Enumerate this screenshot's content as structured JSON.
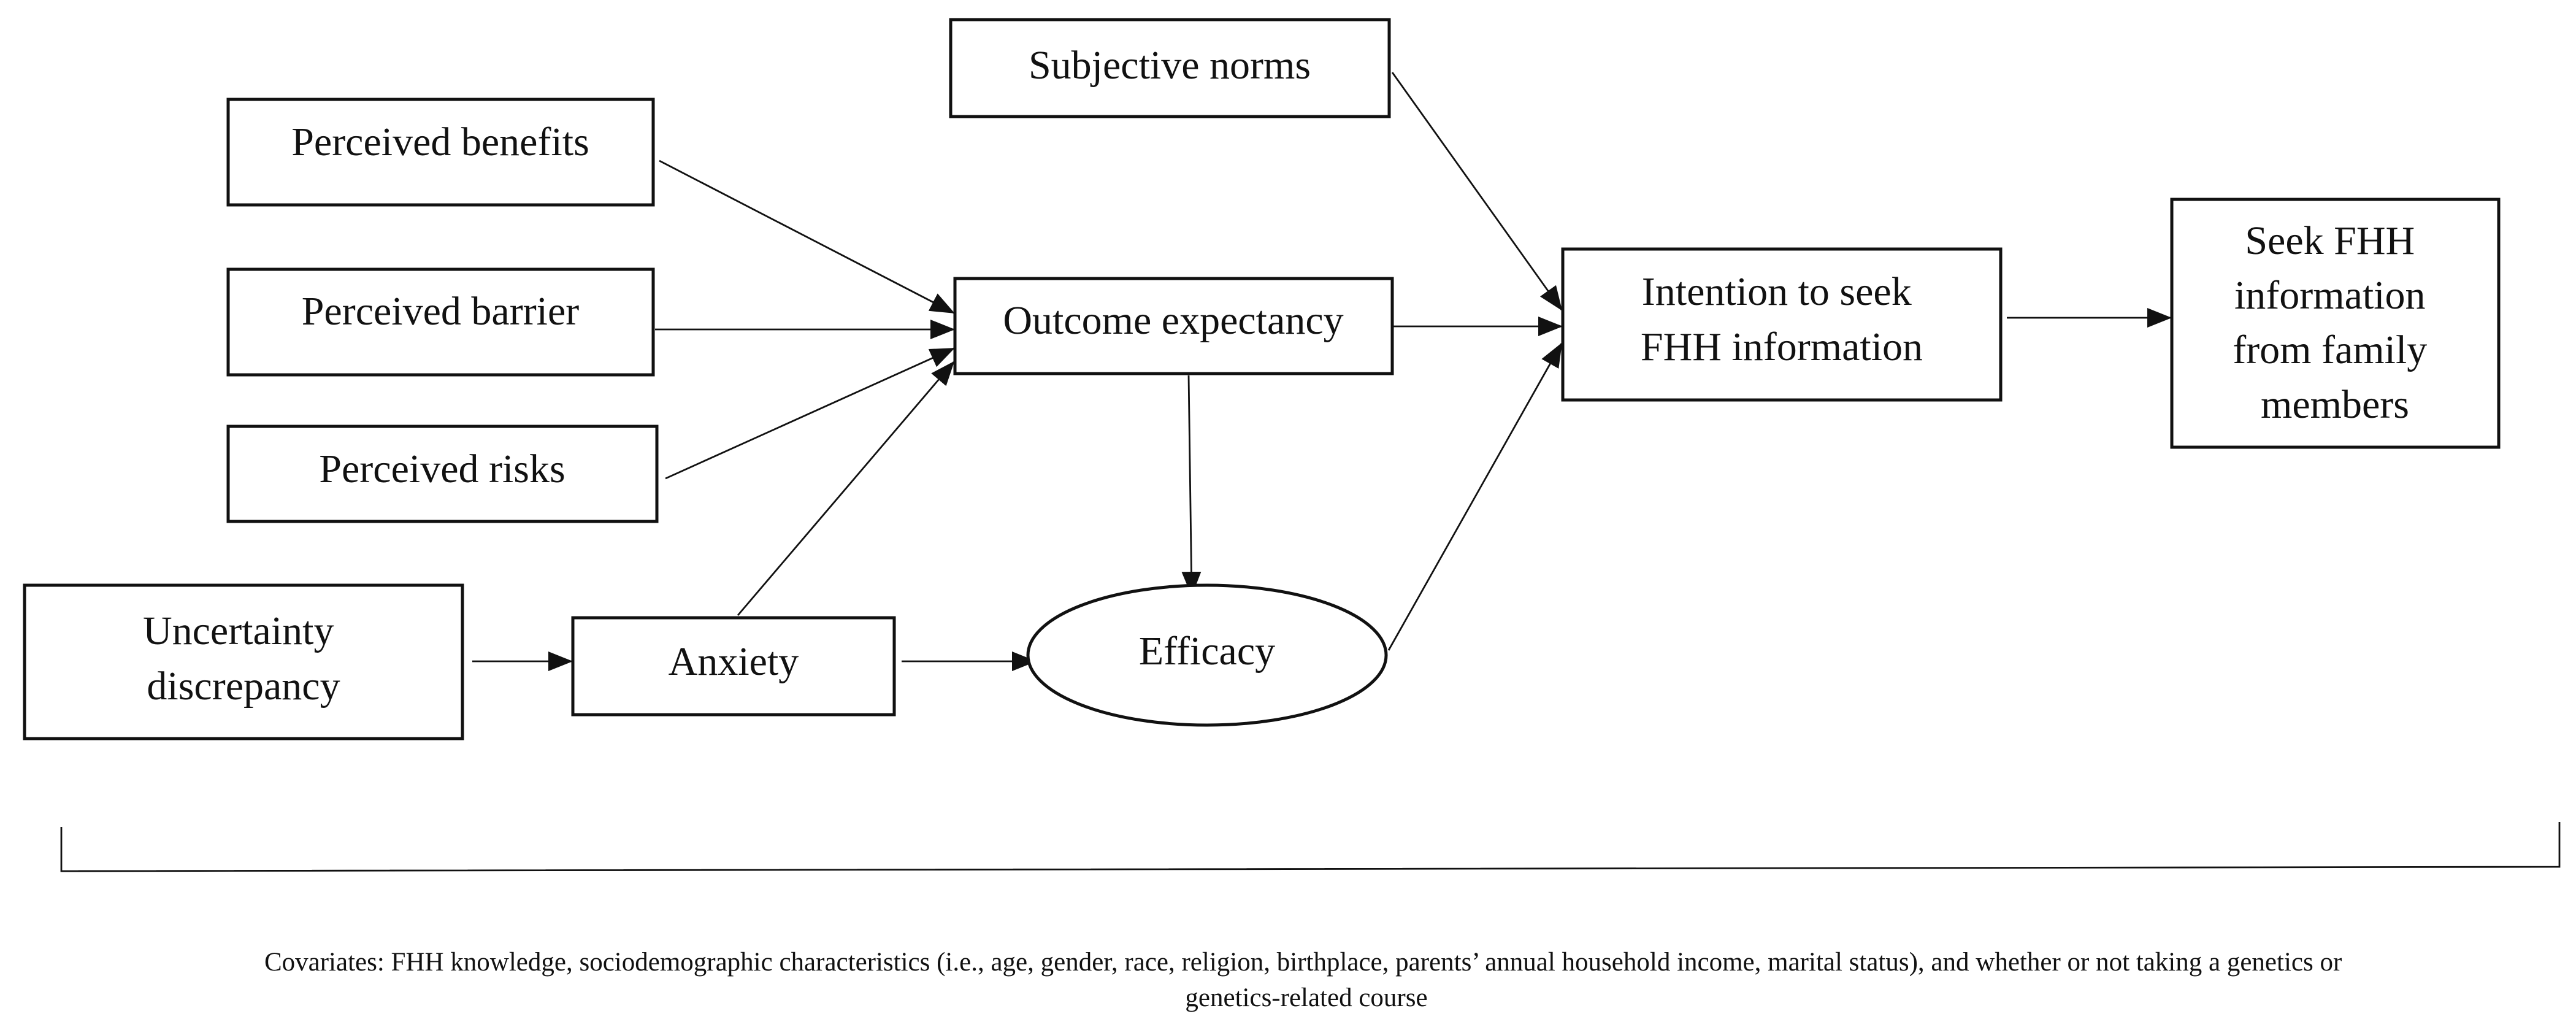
{
  "nodes": {
    "subjective_norms": {
      "lines": [
        "Subjective norms"
      ]
    },
    "perceived_benefits": {
      "lines": [
        "Perceived benefits"
      ]
    },
    "perceived_barrier": {
      "lines": [
        "Perceived barrier"
      ]
    },
    "perceived_risks": {
      "lines": [
        "Perceived risks"
      ]
    },
    "uncertainty_discrepancy": {
      "lines": [
        "Uncertainty",
        "discrepancy"
      ]
    },
    "anxiety": {
      "lines": [
        "Anxiety"
      ]
    },
    "outcome_expectancy": {
      "lines": [
        "Outcome expectancy"
      ]
    },
    "efficacy": {
      "lines": [
        "Efficacy"
      ]
    },
    "intention": {
      "lines": [
        "Intention to seek",
        "FHH information"
      ]
    },
    "seek_fhh": {
      "lines": [
        "Seek FHH",
        "information",
        "from family",
        "members"
      ]
    }
  },
  "edges": [
    {
      "from": "perceived_benefits",
      "to": "outcome_expectancy"
    },
    {
      "from": "perceived_barrier",
      "to": "outcome_expectancy"
    },
    {
      "from": "perceived_risks",
      "to": "outcome_expectancy"
    },
    {
      "from": "anxiety",
      "to": "outcome_expectancy"
    },
    {
      "from": "uncertainty_discrepancy",
      "to": "anxiety"
    },
    {
      "from": "anxiety",
      "to": "efficacy"
    },
    {
      "from": "outcome_expectancy",
      "to": "efficacy"
    },
    {
      "from": "subjective_norms",
      "to": "intention"
    },
    {
      "from": "outcome_expectancy",
      "to": "intention"
    },
    {
      "from": "efficacy",
      "to": "intention"
    },
    {
      "from": "intention",
      "to": "seek_fhh"
    }
  ],
  "caption": {
    "lines": [
      "Covariates: FHH knowledge, sociodemographic characteristics (i.e., age, gender, race, religion, birthplace, parents’ annual household income, marital status), and whether or not taking a genetics or",
      "genetics-related course"
    ]
  }
}
